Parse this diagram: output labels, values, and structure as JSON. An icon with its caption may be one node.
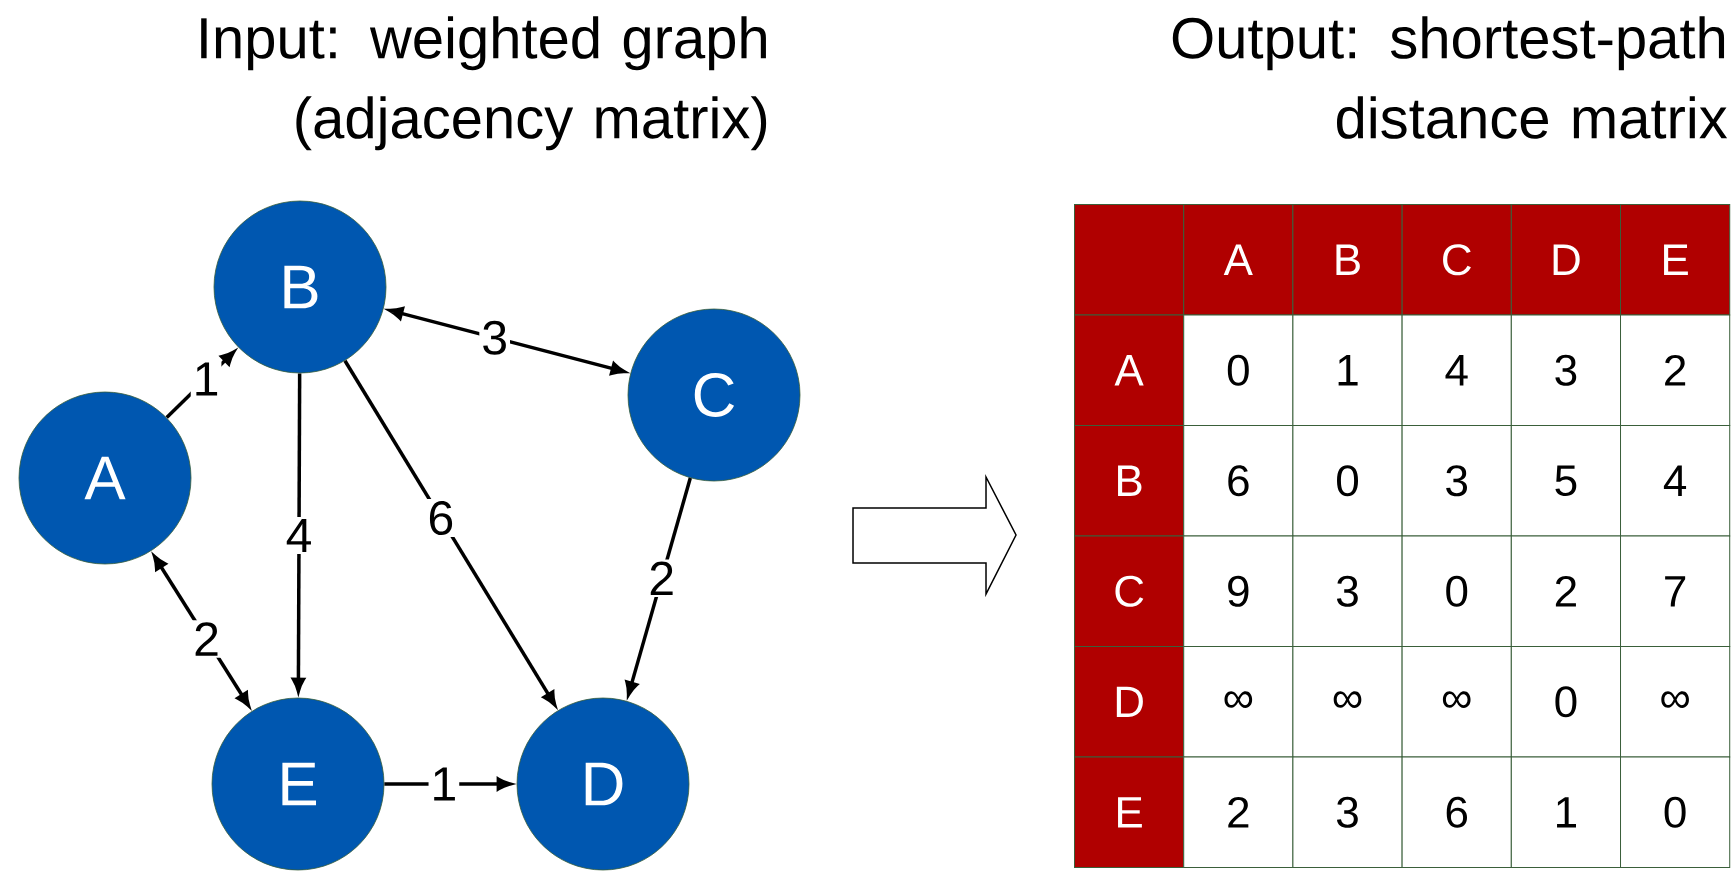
{
  "diagram": {
    "nodes": [
      {
        "text": [
          "A"
        ]
      },
      {
        "text": [
          "B"
        ]
      },
      {
        "text": [
          "C"
        ]
      },
      {
        "text": [
          "D"
        ]
      },
      {
        "text": [
          "E"
        ]
      }
    ],
    "edges": [
      {
        "from": 0,
        "to": 1,
        "arrow": "to",
        "label": "1"
      },
      {
        "from": 1,
        "to": 2,
        "arrow": "both",
        "label": "3"
      },
      {
        "from": 0,
        "to": 4,
        "arrow": "both",
        "label": "2"
      },
      {
        "from": 1,
        "to": 4,
        "arrow": "to",
        "label": "4"
      },
      {
        "from": 1,
        "to": 3,
        "arrow": "to",
        "label": "6"
      },
      {
        "from": 2,
        "to": 3,
        "arrow": "to",
        "label": "2"
      },
      {
        "from": 4,
        "to": 3,
        "arrow": "to",
        "label": "1"
      }
    ],
    "labels": [
      "Input: weighted graph (adjacency matrix)",
      "Output: shortest-path distance matrix",
      "A",
      "B",
      "C",
      "D",
      "E",
      "A",
      "0",
      "1",
      "4",
      "3",
      "2",
      "B",
      "6",
      "0",
      "3",
      "5",
      "4",
      "C",
      "9",
      "3",
      "0",
      "2",
      "7",
      "D",
      "∞",
      "∞",
      "∞",
      "0",
      "∞",
      "E",
      "2",
      "3",
      "6",
      "1",
      "0"
    ]
  }
}
